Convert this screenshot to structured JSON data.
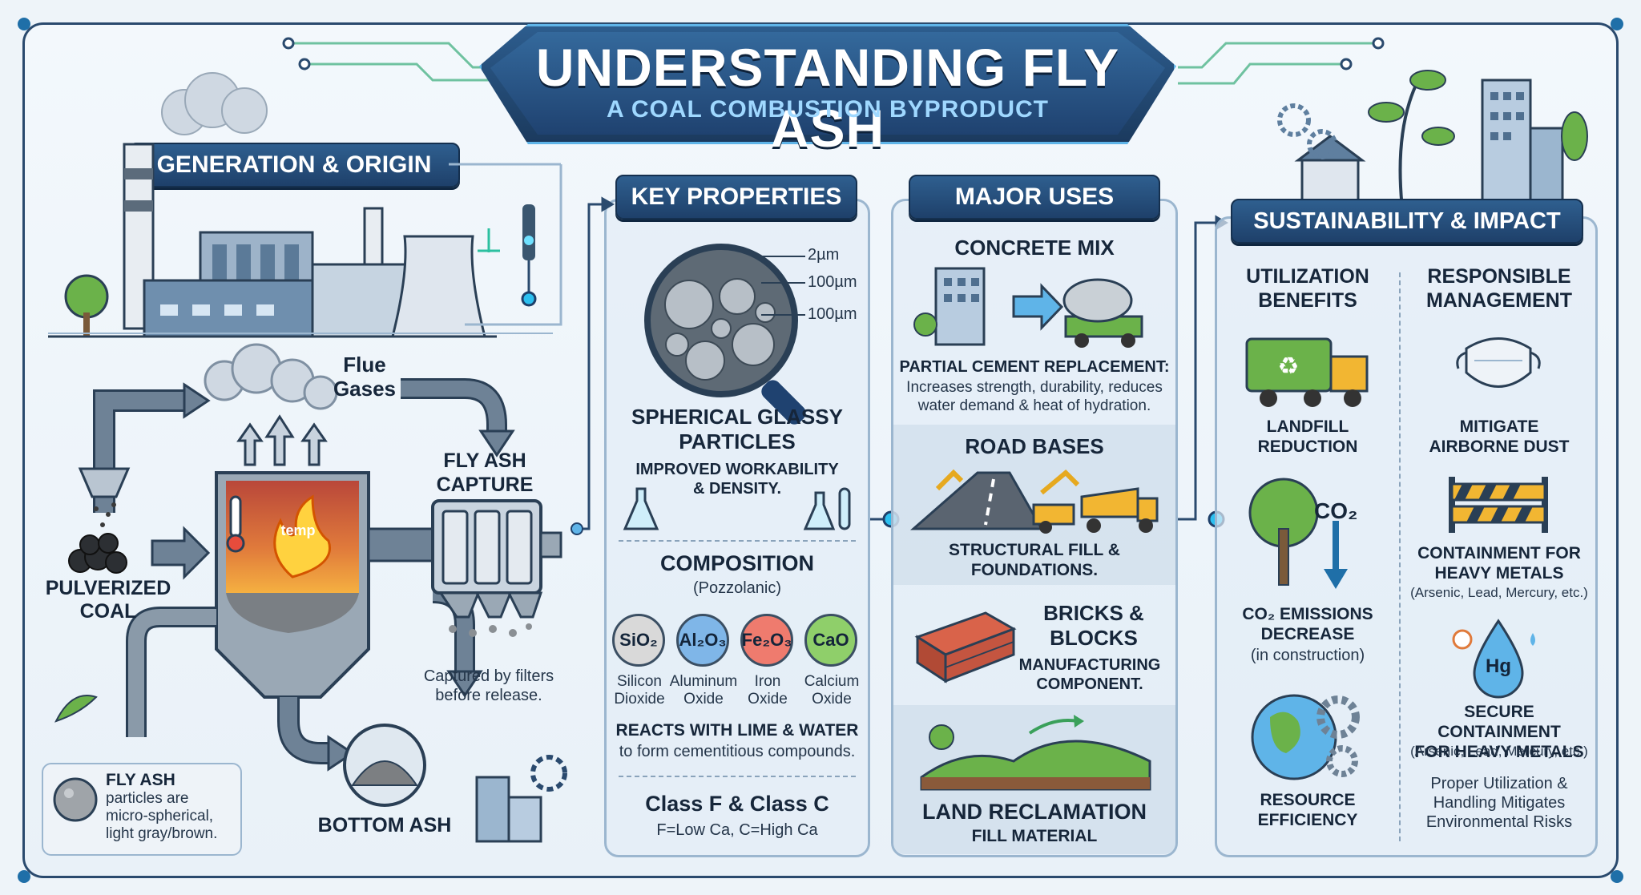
{
  "title": "UNDERSTANDING FLY ASH",
  "subtitle": "A COAL COMBUSTION BYPRODUCT",
  "generation": {
    "header": "GENERATION & ORIGIN",
    "flue_gases": "Flue\nGases",
    "temp": "temp",
    "pulverized_coal": "PULVERIZED\nCOAL",
    "fly_ash_capture": "FLY ASH\nCAPTURE",
    "capture_note": "Captured by filters\nbefore release.",
    "bottom_ash": "BOTTOM ASH",
    "fly_ash_note_title": "FLY ASH",
    "fly_ash_note_text": "particles are\nmicro-spherical,\nlight gray/brown."
  },
  "properties": {
    "header": "KEY PROPERTIES",
    "scale_1": "2µm",
    "scale_2": "100µm",
    "scale_3": "100µm",
    "particles_title": "SPHERICAL GLASSY\nPARTICLES",
    "particles_desc": "IMPROVED WORKABILITY\n& DENSITY.",
    "composition_title": "COMPOSITION",
    "composition_sub": "(Pozzolanic)",
    "compounds": [
      {
        "formula": "SiO₂",
        "name": "Silicon\nDioxide",
        "color": "#d9d9d9"
      },
      {
        "formula": "Al₂O₃",
        "name": "Aluminum\nOxide",
        "color": "#7fb6e8"
      },
      {
        "formula": "Fe₂O₃",
        "name": "Iron\nOxide",
        "color": "#ef7b6e"
      },
      {
        "formula": "CaO",
        "name": "Calcium\nOxide",
        "color": "#8fcf6a"
      }
    ],
    "reacts_title": "REACTS WITH LIME & WATER",
    "reacts_desc": "to form cementitious compounds.",
    "class_title": "Class F & Class C",
    "class_desc": "F=Low Ca, C=High Ca"
  },
  "uses": {
    "header": "MAJOR USES",
    "concrete_title": "CONCRETE MIX",
    "concrete_sub": "PARTIAL CEMENT REPLACEMENT:",
    "concrete_desc": "Increases strength, durability, reduces\nwater demand & heat of hydration.",
    "road_title": "ROAD BASES",
    "road_desc": "STRUCTURAL FILL &\nFOUNDATIONS.",
    "bricks_title": "BRICKS &\nBLOCKS",
    "bricks_desc": "MANUFACTURING\nCOMPONENT.",
    "land_title": "LAND RECLAMATION",
    "land_desc": "FILL MATERIAL"
  },
  "sustainability": {
    "header": "SUSTAINABILITY & IMPACT",
    "col1_title": "UTILIZATION\nBENEFITS",
    "col2_title": "RESPONSIBLE\nMANAGEMENT",
    "landfill": "LANDFILL\nREDUCTION",
    "co2_icon": "CO₂",
    "co2_title": "CO₂ EMISSIONS\nDECREASE",
    "co2_sub": "(in construction)",
    "resource": "RESOURCE\nEFFICIENCY",
    "dust": "MITIGATE\nAIRBORNE DUST",
    "containment1_title": "CONTAINMENT FOR\nHEAVY METALS",
    "containment1_sub": "(Arsenic, Lead, Mercury, etc.)",
    "hg_icon": "Hg",
    "containment2_title": "SECURE CONTAINMENT\nFOR HEAVY METALS",
    "containment2_sub": "(Arsenic, Lead, Mercury, etc.)",
    "closing": "Proper Utilization &\nHandling Mitigates\nEnvironmental Risks"
  },
  "colors": {
    "navy": "#1e406a",
    "accent": "#5fb4e8",
    "flame": "#f08a24",
    "green": "#6bb24a"
  }
}
